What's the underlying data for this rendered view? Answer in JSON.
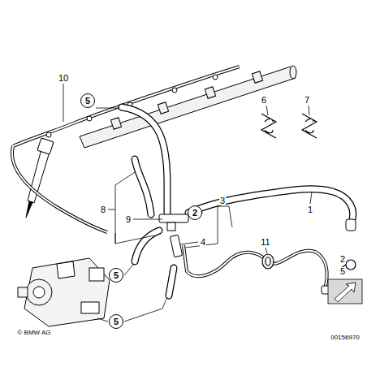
{
  "diagram": {
    "nodes": [
      {
        "text": [
          "5"
        ]
      },
      {
        "text": [
          "2"
        ]
      },
      {
        "text": [
          "5"
        ]
      },
      {
        "text": [
          "5"
        ]
      }
    ],
    "labels": [
      "10",
      "6",
      "7",
      "1",
      "8",
      "9",
      "3",
      "4",
      "11",
      "2",
      "5",
      "© BMW AG",
      "00156970"
    ]
  }
}
